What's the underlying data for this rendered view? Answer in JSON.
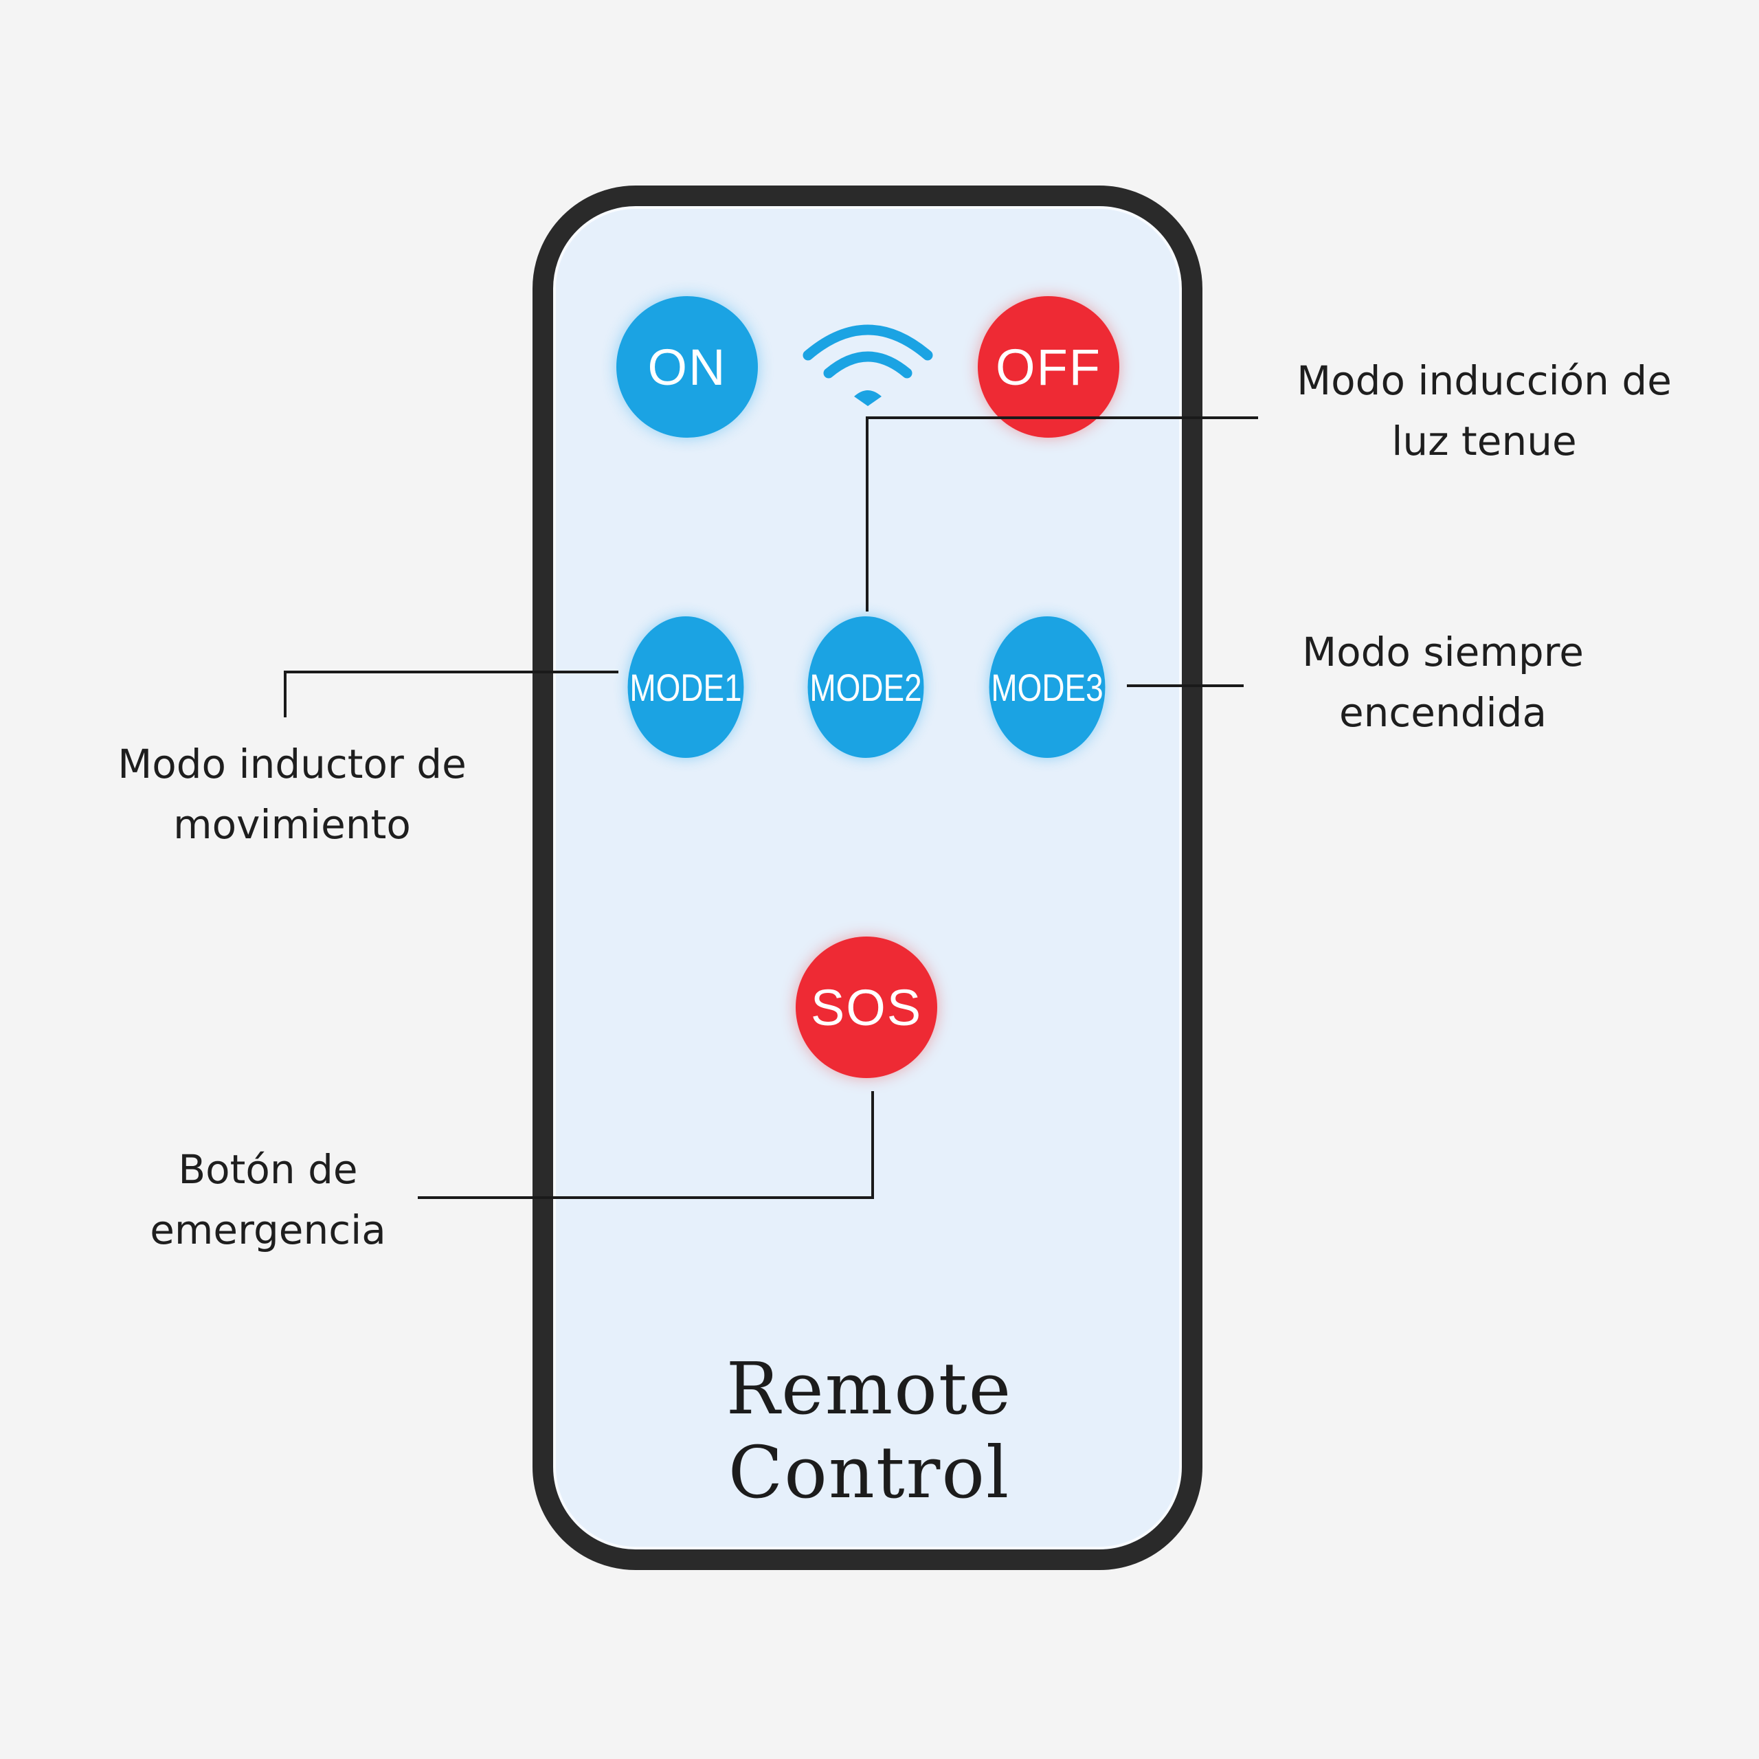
{
  "remote": {
    "buttons": {
      "on": "ON",
      "off": "OFF",
      "mode1": "MODE1",
      "mode2": "MODE2",
      "mode3": "MODE3",
      "sos": "SOS"
    },
    "brand": "Remote Control",
    "icons": [
      "wifi-signal-icon"
    ]
  },
  "callouts": {
    "mode2": "Modo inducción de\nluz tenue",
    "mode3": "Modo siempre\nencendida",
    "mode1": "Modo inductor de\nmovimiento",
    "sos": "Botón de\nemergencia"
  },
  "colors": {
    "blue_button": "#1ba3e3",
    "red_button": "#ee2a34",
    "remote_frame": "#2a2a2a",
    "remote_face": "#e6f0fb"
  }
}
